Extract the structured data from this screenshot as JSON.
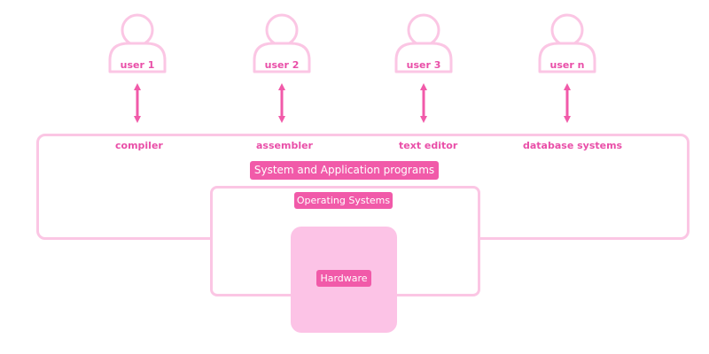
{
  "users": [
    {
      "label": "user 1"
    },
    {
      "label": "user 2"
    },
    {
      "label": "user 3"
    },
    {
      "label": "user n"
    }
  ],
  "programs": [
    {
      "label": "compiler"
    },
    {
      "label": "assembler"
    },
    {
      "label": "text editor"
    },
    {
      "label": "database systems"
    }
  ],
  "layers": {
    "system_and_application": "System and Application programs",
    "operating_systems": "Operating Systems",
    "hardware": "Hardware"
  },
  "colors": {
    "accent": "#f15aa9",
    "outline": "#fbc6e4",
    "text": "#e94fa8",
    "hardware_fill": "#fcc3e6"
  }
}
